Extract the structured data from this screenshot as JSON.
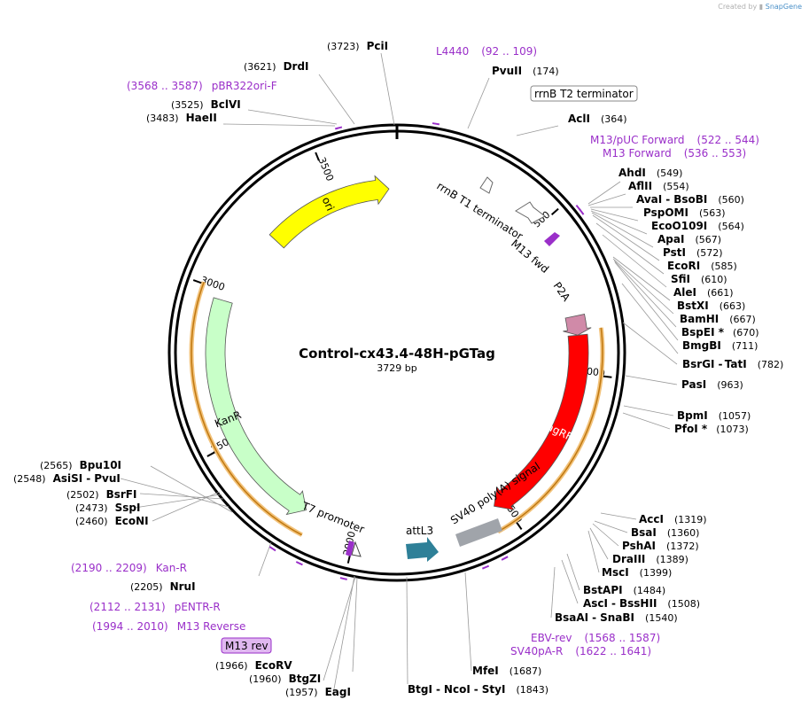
{
  "credit": {
    "prefix": "Created by",
    "brand": "SnapGene"
  },
  "plasmid": {
    "name": "Control-cx43.4-48H-pGTag",
    "size_label": "3729 bp",
    "length": 3729
  },
  "colors": {
    "primer": "#9a2fc9",
    "ori": "#ffff00",
    "kanr": "#c8ffc8",
    "tagrfp": "#ff0000",
    "p2a": "#d08aa8",
    "attl3": "#2e8098",
    "sv40": "#a0a4aa",
    "orf": "#f0a030"
  },
  "ticks": [
    {
      "label": "500",
      "pos": 500
    },
    {
      "label": "1000",
      "pos": 1000
    },
    {
      "label": "1500",
      "pos": 1500
    },
    {
      "label": "2000",
      "pos": 2000
    },
    {
      "label": "2500",
      "pos": 2500
    },
    {
      "label": "3000",
      "pos": 3000
    },
    {
      "label": "3500",
      "pos": 3500
    }
  ],
  "features": [
    {
      "label": "ori",
      "start": 3240,
      "end": 3700,
      "dir": 1,
      "color": "#ffff00"
    },
    {
      "label": "KanR",
      "start": 2175,
      "end": 2970,
      "dir": -1,
      "color": "#c8ffc8"
    },
    {
      "label": "TagRFP",
      "start": 875,
      "end": 1530,
      "dir": 1,
      "color": "#ff0000"
    },
    {
      "label": "P2A",
      "start": 812,
      "end": 875,
      "dir": 1,
      "color": "#d08aa8"
    }
  ],
  "inner_labels": [
    {
      "label": "rrnB T1 terminator"
    },
    {
      "label": "M13 fwd"
    },
    {
      "label": "P2A"
    },
    {
      "label": "SV40 poly(A) signal"
    },
    {
      "label": "attL3"
    },
    {
      "label": "T7 promoter"
    }
  ],
  "left_labels": [
    {
      "name": "PciI",
      "pos": "(3723)"
    },
    {
      "name": "DrdI",
      "pos": "(3621)"
    },
    {
      "name": "BclVI",
      "pos": "(3525)"
    },
    {
      "name": "HaeII",
      "pos": "(3483)"
    },
    {
      "name": "Bpu10I",
      "pos": "(2565)"
    },
    {
      "name": "AsiSI",
      "name2": "PvuI",
      "pos": "(2548)"
    },
    {
      "name": "BsrFI",
      "pos": "(2502)"
    },
    {
      "name": "SspI",
      "pos": "(2473)"
    },
    {
      "name": "EcoNI",
      "pos": "(2460)"
    },
    {
      "name": "NruI",
      "pos": "(2205)"
    },
    {
      "name": "EcoRV",
      "pos": "(1966)"
    },
    {
      "name": "BtgZI",
      "pos": "(1960)"
    },
    {
      "name": "EagI",
      "pos": "(1957)"
    }
  ],
  "right_labels": [
    {
      "name": "PvuII",
      "pos": "(174)"
    },
    {
      "name": "AclI",
      "pos": "(364)"
    },
    {
      "name": "AhdI",
      "pos": "(549)"
    },
    {
      "name": "AflII",
      "pos": "(554)"
    },
    {
      "name": "AvaI",
      "name2": "BsoBI",
      "pos": "(560)"
    },
    {
      "name": "PspOMI",
      "pos": "(563)"
    },
    {
      "name": "EcoO109I",
      "pos": "(564)"
    },
    {
      "name": "ApaI",
      "pos": "(567)"
    },
    {
      "name": "PstI",
      "pos": "(572)"
    },
    {
      "name": "EcoRI",
      "pos": "(585)"
    },
    {
      "name": "SfiI",
      "pos": "(610)"
    },
    {
      "name": "AleI",
      "pos": "(661)"
    },
    {
      "name": "BstXI",
      "pos": "(663)"
    },
    {
      "name": "BamHI",
      "pos": "(667)"
    },
    {
      "name": "BspEI *",
      "pos": "(670)"
    },
    {
      "name": "BmgBI",
      "pos": "(711)"
    },
    {
      "name": "BsrGI",
      "name2": "TatI",
      "pos": "(782)"
    },
    {
      "name": "PasI",
      "pos": "(963)"
    },
    {
      "name": "BpmI",
      "pos": "(1057)"
    },
    {
      "name": "PfoI *",
      "pos": "(1073)"
    },
    {
      "name": "AccI",
      "pos": "(1319)"
    },
    {
      "name": "BsaI",
      "pos": "(1360)"
    },
    {
      "name": "PshAI",
      "pos": "(1372)"
    },
    {
      "name": "DraIII",
      "pos": "(1389)"
    },
    {
      "name": "MscI",
      "pos": "(1399)"
    },
    {
      "name": "BstAPI",
      "pos": "(1484)"
    },
    {
      "name": "AscI",
      "name2": "BssHII",
      "pos": "(1508)"
    },
    {
      "name": "BsaAI",
      "name2": "SnaBI",
      "pos": "(1540)"
    },
    {
      "name": "MfeI",
      "pos": "(1687)"
    },
    {
      "name": "BtgI",
      "name2": "NcoI",
      "name3": "StyI",
      "pos": "(1843)"
    }
  ],
  "primers_right": [
    {
      "name": "L4440",
      "range": "(92 .. 109)"
    },
    {
      "name": "M13/pUC Forward",
      "range": "(522 .. 544)"
    },
    {
      "name": "M13 Forward",
      "range": "(536 .. 553)"
    },
    {
      "name": "EBV-rev",
      "range": "(1568 .. 1587)"
    },
    {
      "name": "SV40pA-R",
      "range": "(1622 .. 1641)"
    }
  ],
  "primers_left": [
    {
      "name": "pBR322ori-F",
      "range": "(3568 .. 3587)"
    },
    {
      "name": "Kan-R",
      "range": "(2190 .. 2209)"
    },
    {
      "name": "pENTR-R",
      "range": "(2112 .. 2131)"
    },
    {
      "name": "M13 Reverse",
      "range": "(1994 .. 2010)"
    }
  ],
  "boxed_labels": {
    "rrnb_t2": "rrnB T2 terminator",
    "m13_rev": "M13 rev"
  }
}
